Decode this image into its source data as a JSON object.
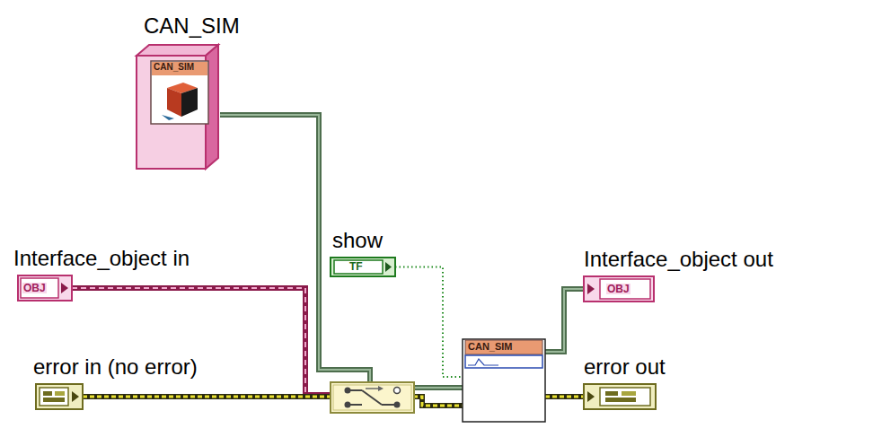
{
  "diagram": {
    "nodes": [
      {
        "text": [
          "CAN_SIM",
          "CAN_SIM"
        ]
      },
      {
        "text": [
          "Interface_object in",
          "OBJ"
        ]
      },
      {
        "text": [
          "error in (no error)"
        ]
      },
      {
        "text": [
          "show",
          "TF"
        ]
      },
      {
        "text": [
          "CAN_SIM"
        ]
      },
      {
        "text": [
          "Interface_object out",
          "OBJ"
        ]
      },
      {
        "text": [
          "error out"
        ]
      }
    ],
    "edges": [
      {
        "from": 1,
        "to": 4,
        "arrow": "none"
      },
      {
        "from": 0,
        "to": 4,
        "arrow": "none"
      },
      {
        "from": 2,
        "to": 4,
        "arrow": "none"
      },
      {
        "from": 3,
        "to": 4,
        "arrow": "none"
      },
      {
        "from": 4,
        "to": 5,
        "arrow": "none"
      },
      {
        "from": 4,
        "to": 6,
        "arrow": "none"
      }
    ]
  }
}
